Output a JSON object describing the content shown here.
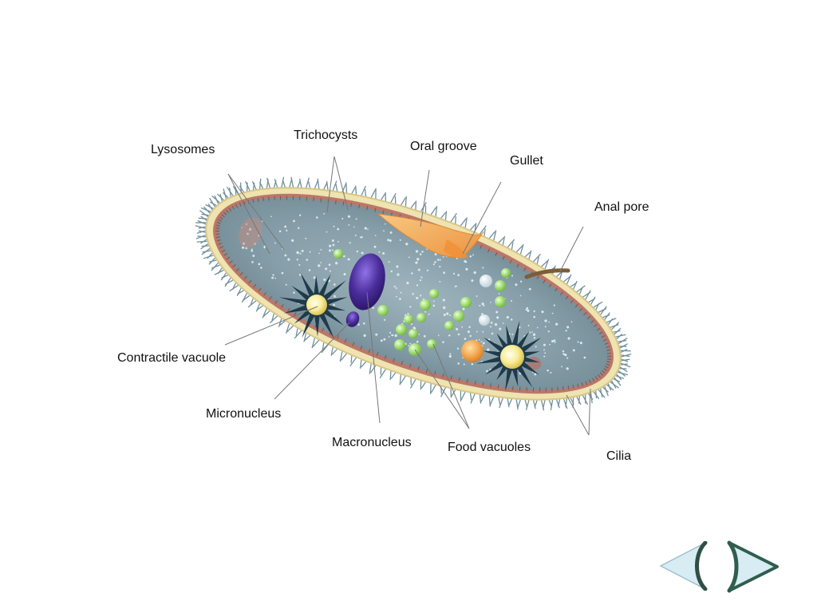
{
  "labels": {
    "lysosomes": "Lysosomes",
    "trichocysts": "Trichocysts",
    "oral_groove": "Oral groove",
    "gullet": "Gullet",
    "anal_pore": "Anal pore",
    "contractile_vacuole": "Contractile vacuole",
    "micronucleus": "Micronucleus",
    "macronucleus": "Macronucleus",
    "food_vacuoles": "Food vacuoles",
    "cilia": "Cilia"
  },
  "colors": {
    "cytoplasm": "#8fa6b0",
    "pellicle": "#efe3b0",
    "cilia": "#6f8f9c",
    "macronucleus": "#4a2d9a",
    "oral_groove": "#f4a85a",
    "food_vacuole": "#a8e27a",
    "contractile_vacuole": "#f7e98a",
    "nav_fill": "#d7ecf3",
    "nav_stroke": "#2f5e4e"
  },
  "navigation": {
    "prev": "prev-arrow-icon",
    "next": "next-arrow-icon"
  }
}
